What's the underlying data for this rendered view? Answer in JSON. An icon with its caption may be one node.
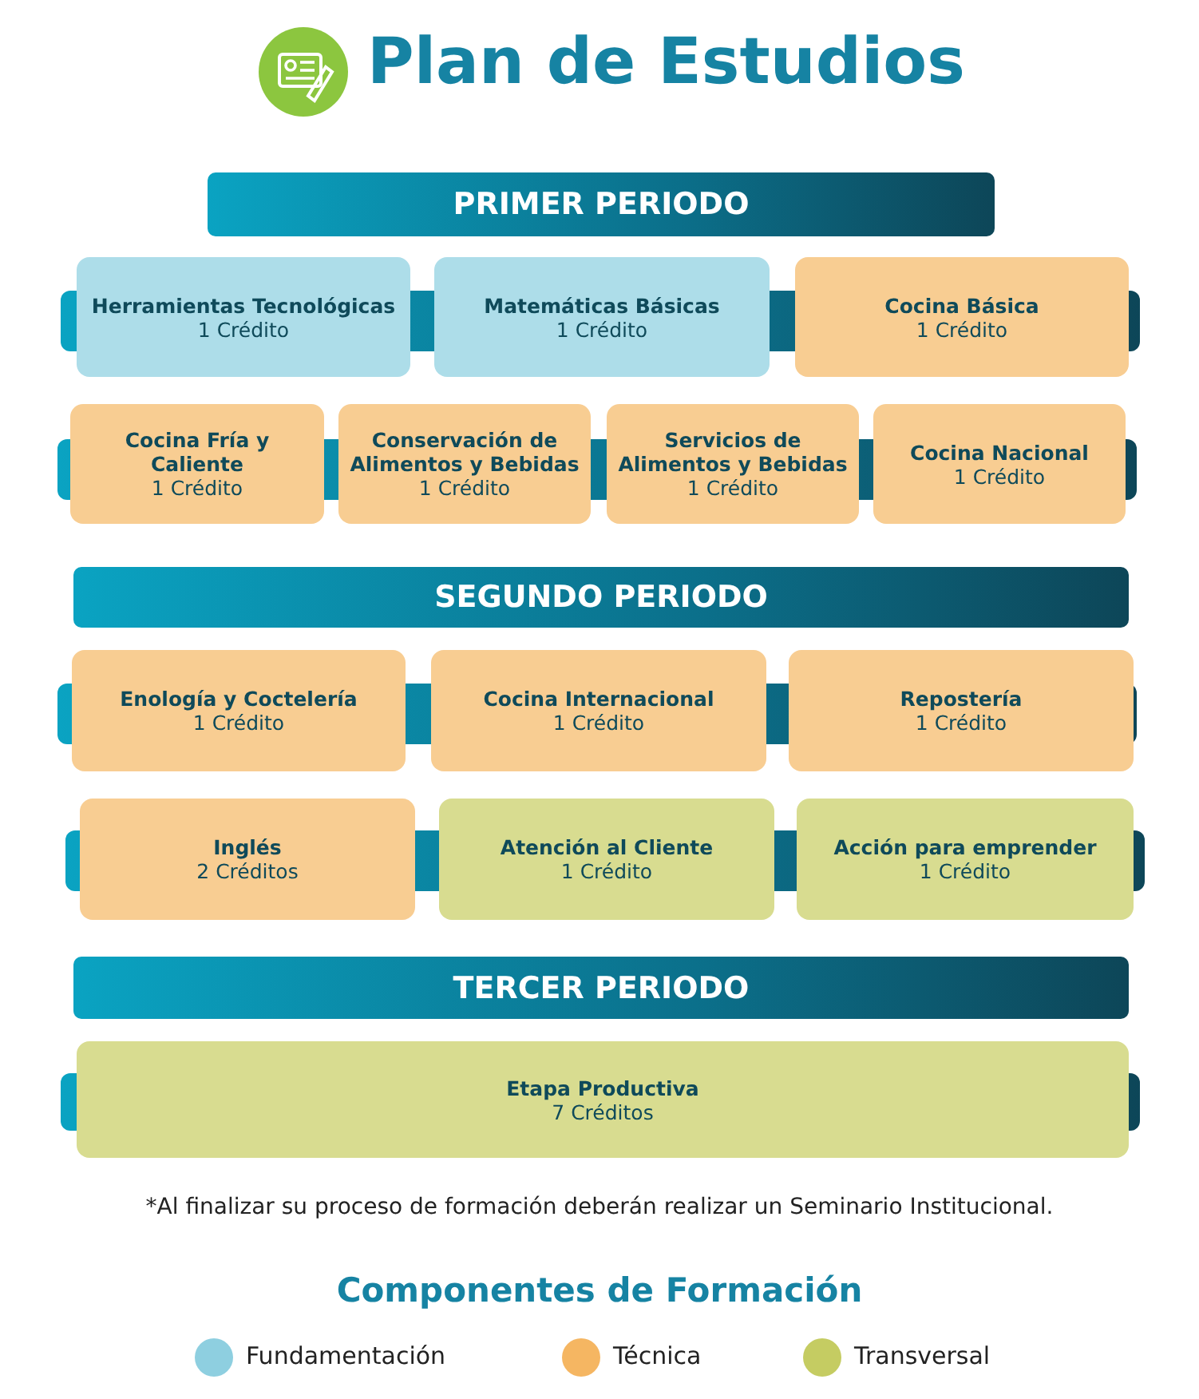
{
  "diagram": {
    "title": "Plan de Estudios",
    "nodes": [
      {
        "text": [
          "PRIMER PERIODO"
        ]
      },
      {
        "text": [
          "Herramientas Tecnológicas",
          "1 Crédito"
        ]
      },
      {
        "text": [
          "Matemáticas Básicas",
          "1 Crédito"
        ]
      },
      {
        "text": [
          "Cocina Básica",
          "1 Crédito"
        ]
      },
      {
        "text": [
          "Cocina Fría y Caliente",
          "1 Crédito"
        ]
      },
      {
        "text": [
          "Conservación de Alimentos y Bebidas",
          "1 Crédito"
        ]
      },
      {
        "text": [
          "Servicios de Alimentos y Bebidas",
          "1 Crédito"
        ]
      },
      {
        "text": [
          "Cocina Nacional",
          "1 Crédito"
        ]
      },
      {
        "text": [
          "SEGUNDO PERIODO"
        ]
      },
      {
        "text": [
          "Enología y Coctelería",
          "1 Crédito"
        ]
      },
      {
        "text": [
          "Cocina Internacional",
          "1 Crédito"
        ]
      },
      {
        "text": [
          "Repostería",
          "1 Crédito"
        ]
      },
      {
        "text": [
          "Inglés",
          "2 Créditos"
        ]
      },
      {
        "text": [
          "Atención al Cliente",
          "1 Crédito"
        ]
      },
      {
        "text": [
          "Acción para emprender",
          "1 Crédito"
        ]
      },
      {
        "text": [
          "TERCER PERIODO"
        ]
      },
      {
        "text": [
          "Etapa Productiva",
          "7 Créditos"
        ]
      }
    ],
    "labels": [
      "*Al finalizar su proceso de formación deberán realizar un Seminario Institucional.",
      "Componentes de Formación"
    ],
    "legend": [
      {
        "text": "Fundamentación",
        "color": "#8ecfe0"
      },
      {
        "text": "Técnica",
        "color": "#f5b662"
      },
      {
        "text": "Transversal",
        "color": "#c5cc62"
      }
    ]
  }
}
